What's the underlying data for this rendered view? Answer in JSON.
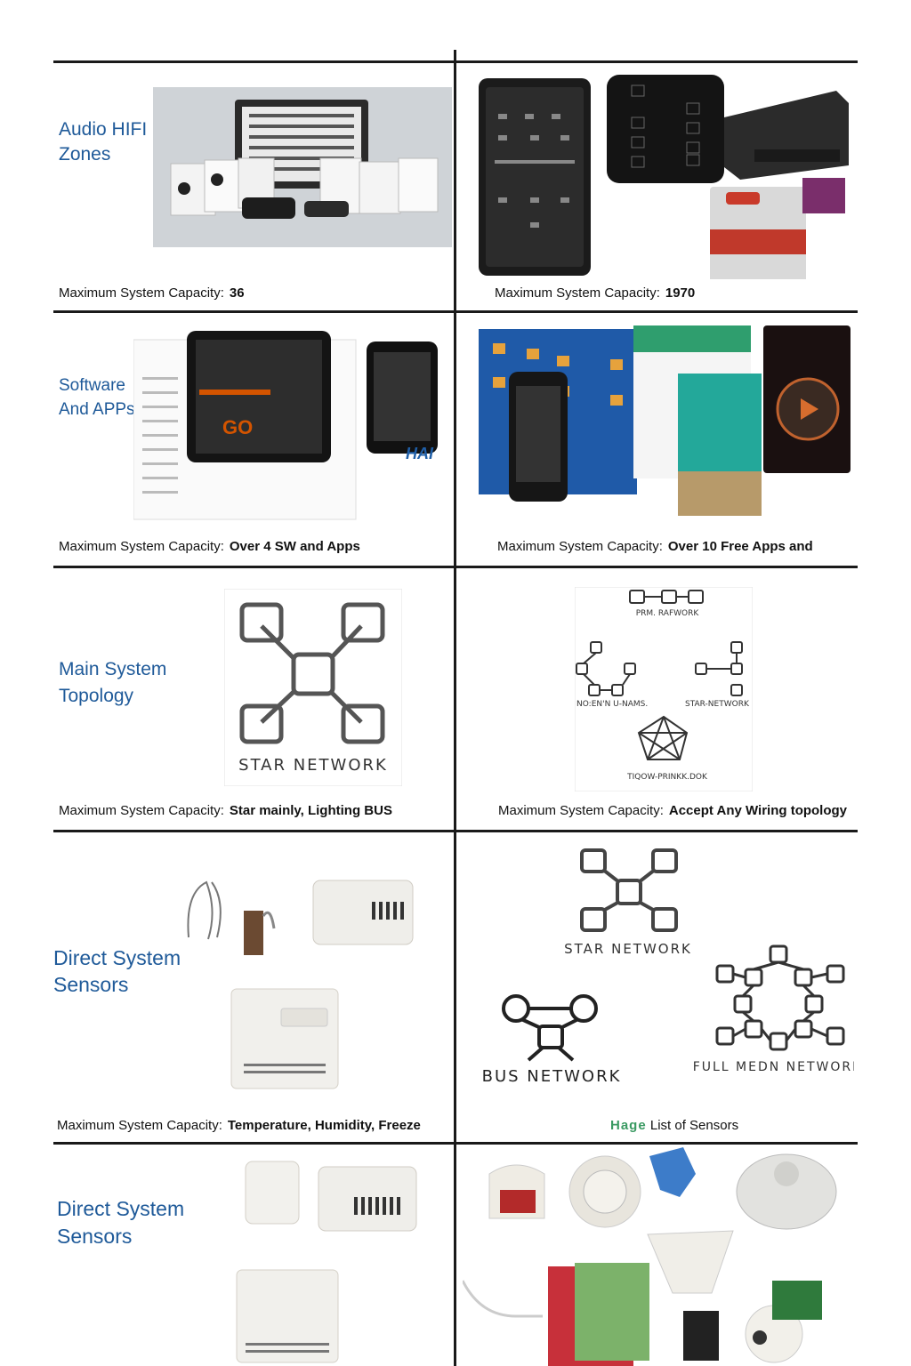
{
  "rows": [
    {
      "left_title": [
        "Audio HIFI",
        "Zones"
      ],
      "left_cap_label": "Maximum System Capacity:",
      "left_cap_value": "36",
      "right_cap_label": "Maximum System Capacity:",
      "right_cap_value": "1970"
    },
    {
      "left_title": [
        "Software",
        "And APPs"
      ],
      "left_cap_label": "Maximum System Capacity:",
      "left_cap_value": "Over 4 SW and Apps",
      "right_cap_label": "Maximum System Capacity:",
      "right_cap_value": "Over 10 Free Apps and",
      "left_image_text": [
        "GO",
        "HAI"
      ]
    },
    {
      "left_title": [
        "Main System",
        "Topology"
      ],
      "left_cap_label": "Maximum System Capacity:",
      "left_cap_value": "Star mainly, Lighting BUS",
      "right_cap_label": "Maximum System Capacity:",
      "right_cap_value": "Accept Any Wiring topology",
      "left_diagram_label": "STAR NETWORK",
      "right_diagram_labels": [
        "PRM. RAFWORK",
        "NO:EN'N U-NAMS.",
        "STAR-NETWORK",
        "TIQOW-PRINKK.DOK"
      ]
    },
    {
      "left_title": [
        "Direct System",
        "Sensors"
      ],
      "left_cap_label": "Maximum System Capacity:",
      "left_cap_value": "Temperature, Humidity, Freeze",
      "right_diagram_labels": [
        "STAR NETWORK",
        "BUS NETWORK",
        "FULL MEDN NETWORK"
      ],
      "right_cap_highlight": "Hage",
      "right_cap_text": "List of Sensors"
    },
    {
      "left_title": [
        "Direct System",
        "Sensors"
      ]
    }
  ]
}
